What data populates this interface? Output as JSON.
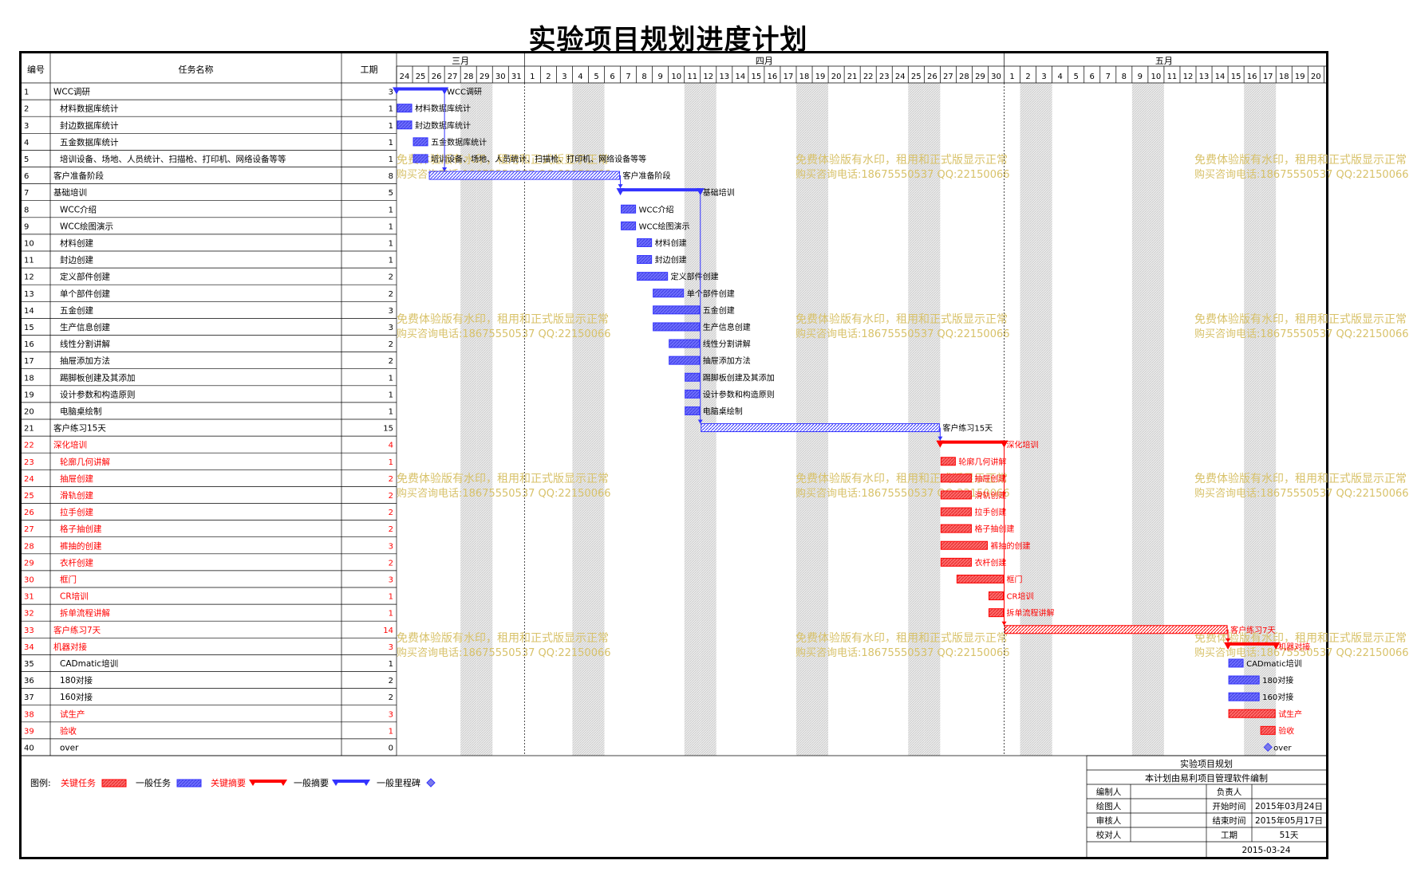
{
  "title": "实验项目规划进度计划",
  "table_header": {
    "id": "编号",
    "name": "任务名称",
    "duration": "工期"
  },
  "timeline": {
    "months": [
      {
        "label": "三月",
        "days": [
          24,
          25,
          26,
          27,
          28,
          29,
          30,
          31
        ]
      },
      {
        "label": "四月",
        "days": [
          1,
          2,
          3,
          4,
          5,
          6,
          7,
          8,
          9,
          10,
          11,
          12,
          13,
          14,
          15,
          16,
          17,
          18,
          19,
          20,
          21,
          22,
          23,
          24,
          25,
          26,
          27,
          28,
          29,
          30
        ]
      },
      {
        "label": "五月",
        "days": [
          1,
          2,
          3,
          4,
          5,
          6,
          7,
          8,
          9,
          10,
          11,
          12,
          13,
          14,
          15,
          16,
          17,
          18,
          19,
          20
        ]
      }
    ]
  },
  "colors": {
    "critical": "#ff0000",
    "normal": "#3333ff",
    "normal_fill": "#6f6fff",
    "critical_fill": "#ff6b6b",
    "watermark": "#d8c26a",
    "weekend": "#d9d9d9"
  },
  "chart_data": {
    "type": "gantt",
    "title": "实验项目规划进度计划",
    "start_date": "2015-03-24",
    "end_date": "2015-05-17",
    "tasks": [
      {
        "id": "1",
        "name": "WCC调研",
        "dur": "3",
        "start": "2015-03-24",
        "end": "2015-03-26",
        "kind": "summary",
        "critical": false,
        "label": "WCC调研",
        "indent": 0
      },
      {
        "id": "2",
        "name": "材料数据库统计",
        "dur": "1",
        "start": "2015-03-24",
        "end": "2015-03-24",
        "kind": "task",
        "critical": false,
        "label": "材料数据库统计",
        "indent": 1
      },
      {
        "id": "3",
        "name": "封边数据库统计",
        "dur": "1",
        "start": "2015-03-24",
        "end": "2015-03-24",
        "kind": "task",
        "critical": false,
        "label": "封边数据库统计",
        "indent": 1
      },
      {
        "id": "4",
        "name": "五金数据库统计",
        "dur": "1",
        "start": "2015-03-25",
        "end": "2015-03-25",
        "kind": "task",
        "critical": false,
        "label": "五金数据库统计",
        "indent": 1
      },
      {
        "id": "5",
        "name": "培训设备、场地、人员统计、扫描枪、打印机、网络设备等等",
        "dur": "1",
        "start": "2015-03-25",
        "end": "2015-03-25",
        "kind": "task",
        "critical": false,
        "label": "培训设备、场地、人员统计、扫描枪、打印机、网络设备等等",
        "indent": 1
      },
      {
        "id": "6",
        "name": "客户准备阶段",
        "dur": "8",
        "start": "2015-03-26",
        "end": "2015-04-06",
        "kind": "task",
        "critical": false,
        "label": "客户准备阶段",
        "indent": 0
      },
      {
        "id": "7",
        "name": "基础培训",
        "dur": "5",
        "start": "2015-04-07",
        "end": "2015-04-11",
        "kind": "summary",
        "critical": false,
        "label": "基础培训",
        "indent": 0
      },
      {
        "id": "8",
        "name": "WCC介绍",
        "dur": "1",
        "start": "2015-04-07",
        "end": "2015-04-07",
        "kind": "task",
        "critical": false,
        "label": "WCC介绍",
        "indent": 1
      },
      {
        "id": "9",
        "name": "WCC绘图演示",
        "dur": "1",
        "start": "2015-04-07",
        "end": "2015-04-07",
        "kind": "task",
        "critical": false,
        "label": "WCC绘图演示",
        "indent": 1
      },
      {
        "id": "10",
        "name": "材料创建",
        "dur": "1",
        "start": "2015-04-08",
        "end": "2015-04-08",
        "kind": "task",
        "critical": false,
        "label": "材料创建",
        "indent": 1
      },
      {
        "id": "11",
        "name": "封边创建",
        "dur": "1",
        "start": "2015-04-08",
        "end": "2015-04-08",
        "kind": "task",
        "critical": false,
        "label": "封边创建",
        "indent": 1
      },
      {
        "id": "12",
        "name": "定义部件创建",
        "dur": "2",
        "start": "2015-04-08",
        "end": "2015-04-09",
        "kind": "task",
        "critical": false,
        "label": "定义部件创建",
        "indent": 1
      },
      {
        "id": "13",
        "name": "单个部件创建",
        "dur": "2",
        "start": "2015-04-09",
        "end": "2015-04-10",
        "kind": "task",
        "critical": false,
        "label": "单个部件创建",
        "indent": 1
      },
      {
        "id": "14",
        "name": "五金创建",
        "dur": "3",
        "start": "2015-04-09",
        "end": "2015-04-11",
        "kind": "task",
        "critical": false,
        "label": "五金创建",
        "indent": 1
      },
      {
        "id": "15",
        "name": "生产信息创建",
        "dur": "3",
        "start": "2015-04-09",
        "end": "2015-04-11",
        "kind": "task",
        "critical": false,
        "label": "生产信息创建",
        "indent": 1
      },
      {
        "id": "16",
        "name": "线性分割讲解",
        "dur": "2",
        "start": "2015-04-10",
        "end": "2015-04-11",
        "kind": "task",
        "critical": false,
        "label": "线性分割讲解",
        "indent": 1
      },
      {
        "id": "17",
        "name": "抽屉添加方法",
        "dur": "2",
        "start": "2015-04-10",
        "end": "2015-04-11",
        "kind": "task",
        "critical": false,
        "label": "抽屉添加方法",
        "indent": 1
      },
      {
        "id": "18",
        "name": "踢脚板创建及其添加",
        "dur": "1",
        "start": "2015-04-11",
        "end": "2015-04-11",
        "kind": "task",
        "critical": false,
        "label": "踢脚板创建及其添加",
        "indent": 1
      },
      {
        "id": "19",
        "name": "设计参数和构造原则",
        "dur": "1",
        "start": "2015-04-11",
        "end": "2015-04-11",
        "kind": "task",
        "critical": false,
        "label": "设计参数和构造原则",
        "indent": 1
      },
      {
        "id": "20",
        "name": "电脑桌绘制",
        "dur": "1",
        "start": "2015-04-11",
        "end": "2015-04-11",
        "kind": "task",
        "critical": false,
        "label": "电脑桌绘制",
        "indent": 1
      },
      {
        "id": "21",
        "name": "客户练习15天",
        "dur": "15",
        "start": "2015-04-12",
        "end": "2015-04-26",
        "kind": "task",
        "critical": false,
        "label": "客户练习15天",
        "indent": 0
      },
      {
        "id": "22",
        "name": "深化培训",
        "dur": "4",
        "start": "2015-04-27",
        "end": "2015-04-30",
        "kind": "summary",
        "critical": true,
        "label": "深化培训",
        "indent": 0
      },
      {
        "id": "23",
        "name": "轮廓几何讲解",
        "dur": "1",
        "start": "2015-04-27",
        "end": "2015-04-27",
        "kind": "task",
        "critical": true,
        "label": "轮廓几何讲解",
        "indent": 1
      },
      {
        "id": "24",
        "name": "抽屉创建",
        "dur": "2",
        "start": "2015-04-27",
        "end": "2015-04-28",
        "kind": "task",
        "critical": true,
        "label": "抽屉创建",
        "indent": 1
      },
      {
        "id": "25",
        "name": "滑轨创建",
        "dur": "2",
        "start": "2015-04-27",
        "end": "2015-04-28",
        "kind": "task",
        "critical": true,
        "label": "滑轨创建",
        "indent": 1
      },
      {
        "id": "26",
        "name": "拉手创建",
        "dur": "2",
        "start": "2015-04-27",
        "end": "2015-04-28",
        "kind": "task",
        "critical": true,
        "label": "拉手创建",
        "indent": 1
      },
      {
        "id": "27",
        "name": "格子抽创建",
        "dur": "2",
        "start": "2015-04-27",
        "end": "2015-04-28",
        "kind": "task",
        "critical": true,
        "label": "格子抽创建",
        "indent": 1
      },
      {
        "id": "28",
        "name": "裤抽的创建",
        "dur": "3",
        "start": "2015-04-27",
        "end": "2015-04-29",
        "kind": "task",
        "critical": true,
        "label": "裤抽的创建",
        "indent": 1
      },
      {
        "id": "29",
        "name": "衣杆创建",
        "dur": "2",
        "start": "2015-04-27",
        "end": "2015-04-28",
        "kind": "task",
        "critical": true,
        "label": "衣杆创建",
        "indent": 1
      },
      {
        "id": "30",
        "name": "框门",
        "dur": "3",
        "start": "2015-04-28",
        "end": "2015-04-30",
        "kind": "task",
        "critical": true,
        "label": "框门",
        "indent": 1
      },
      {
        "id": "31",
        "name": "CR培训",
        "dur": "1",
        "start": "2015-04-30",
        "end": "2015-04-30",
        "kind": "task",
        "critical": true,
        "label": "CR培训",
        "indent": 1
      },
      {
        "id": "32",
        "name": "拆单流程讲解",
        "dur": "1",
        "start": "2015-04-30",
        "end": "2015-04-30",
        "kind": "task",
        "critical": true,
        "label": "拆单流程讲解",
        "indent": 1
      },
      {
        "id": "33",
        "name": "客户练习7天",
        "dur": "14",
        "start": "2015-05-01",
        "end": "2015-05-14",
        "kind": "task",
        "critical": true,
        "label": "客户练习7天",
        "indent": 0
      },
      {
        "id": "34",
        "name": "机器对接",
        "dur": "3",
        "start": "2015-05-15",
        "end": "2015-05-17",
        "kind": "summary",
        "critical": true,
        "label": "机器对接",
        "indent": 0
      },
      {
        "id": "35",
        "name": "CADmatic培训",
        "dur": "1",
        "start": "2015-05-15",
        "end": "2015-05-15",
        "kind": "task",
        "critical": false,
        "label": "CADmatic培训",
        "indent": 1
      },
      {
        "id": "36",
        "name": "180对接",
        "dur": "2",
        "start": "2015-05-15",
        "end": "2015-05-16",
        "kind": "task",
        "critical": false,
        "label": "180对接",
        "indent": 1
      },
      {
        "id": "37",
        "name": "160对接",
        "dur": "2",
        "start": "2015-05-15",
        "end": "2015-05-16",
        "kind": "task",
        "critical": false,
        "label": "160对接",
        "indent": 1
      },
      {
        "id": "38",
        "name": "试生产",
        "dur": "3",
        "start": "2015-05-15",
        "end": "2015-05-17",
        "kind": "task",
        "critical": true,
        "label": "试生产",
        "indent": 1
      },
      {
        "id": "39",
        "name": "验收",
        "dur": "1",
        "start": "2015-05-17",
        "end": "2015-05-17",
        "kind": "task",
        "critical": true,
        "label": "验收",
        "indent": 1
      },
      {
        "id": "40",
        "name": "over",
        "dur": "0",
        "start": "2015-05-17",
        "end": "2015-05-17",
        "kind": "milestone",
        "critical": false,
        "label": "over",
        "indent": 1
      }
    ]
  },
  "watermark": {
    "line1": "免费体验版有水印，租用和正式版显示正常",
    "line2": "购买咨询电话:18675550537 QQ:22150066"
  },
  "legend": {
    "prefix": "图例:",
    "items": [
      {
        "label": "关键任务",
        "kind": "bar",
        "critical": true
      },
      {
        "label": "一般任务",
        "kind": "bar",
        "critical": false
      },
      {
        "label": "关键摘要",
        "kind": "summary",
        "critical": true
      },
      {
        "label": "一般摘要",
        "kind": "summary",
        "critical": false
      },
      {
        "label": "一般里程碑",
        "kind": "milestone",
        "critical": false
      }
    ]
  },
  "info_box": {
    "project": "实验项目规划",
    "note": "本计划由易利项目管理软件编制",
    "rows": [
      [
        "编制人",
        "",
        "负责人",
        ""
      ],
      [
        "绘图人",
        "",
        "开始时间",
        "2015年03月24日"
      ],
      [
        "审核人",
        "",
        "结束时间",
        "2015年05月17日"
      ],
      [
        "校对人",
        "",
        "工期",
        "51天"
      ]
    ],
    "date": "2015-03-24"
  }
}
